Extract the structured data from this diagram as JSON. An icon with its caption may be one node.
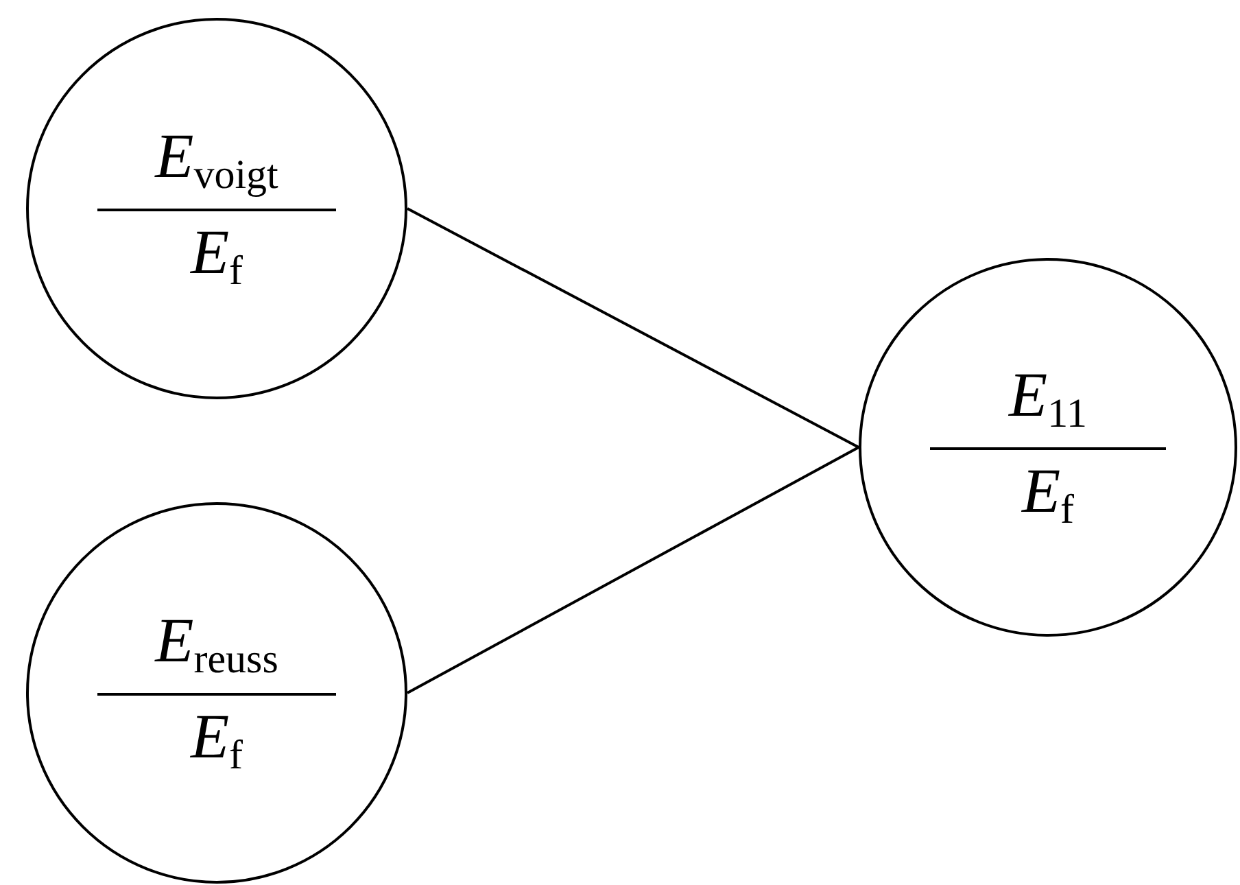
{
  "diagram": {
    "nodes": [
      {
        "text": [
          "*E*$_{voigt}$",
          "*E*$_{f}$"
        ]
      },
      {
        "text": [
          "*E*$_{reuss}$",
          "*E*$_{f}$"
        ]
      },
      {
        "text": [
          "*E*$_{11}$",
          "*E*$_{f}$"
        ]
      }
    ],
    "edges": [
      {
        "from": 0,
        "to": 2,
        "arrow": "none"
      },
      {
        "from": 1,
        "to": 2,
        "arrow": "none"
      }
    ]
  }
}
